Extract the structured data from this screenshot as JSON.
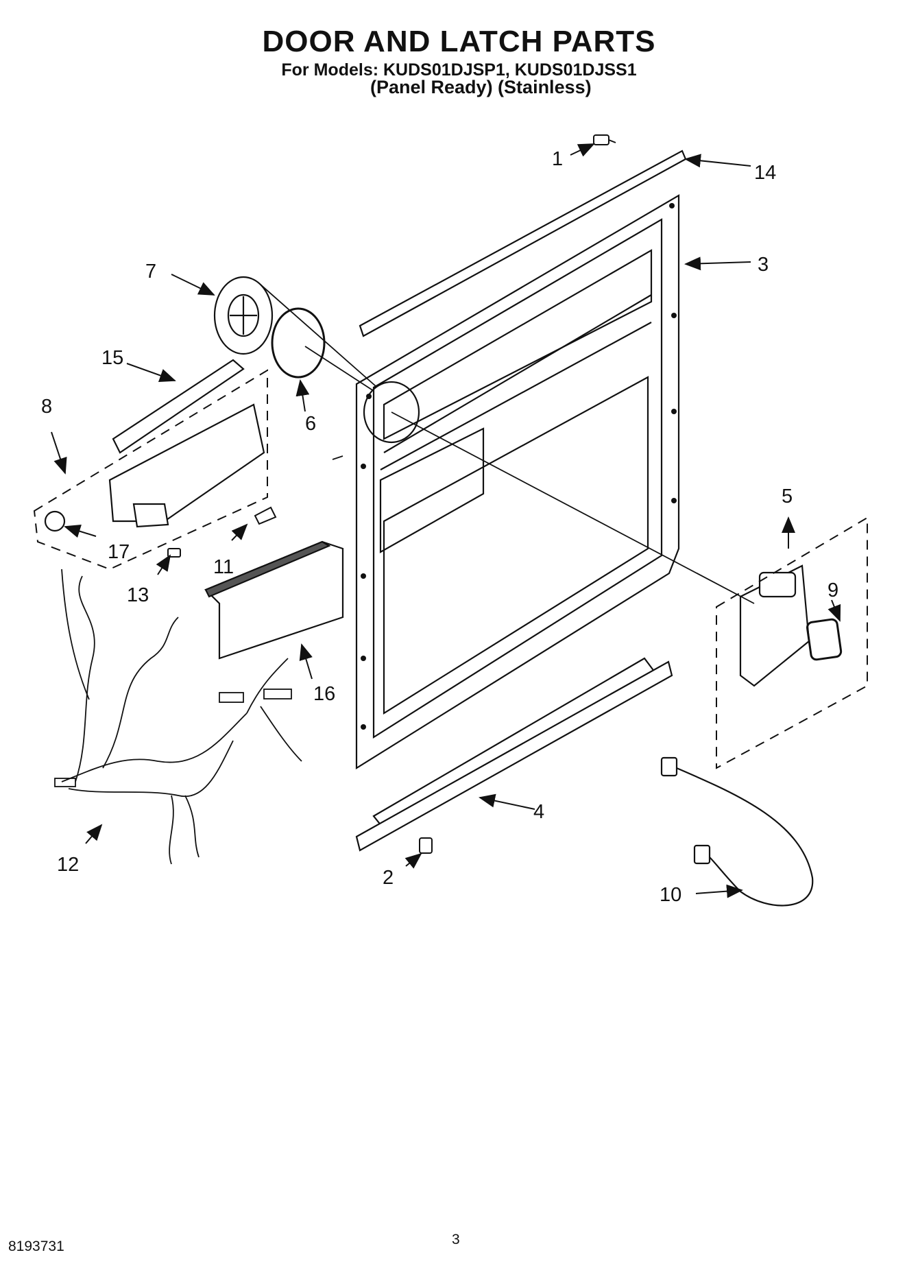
{
  "header": {
    "title": "DOOR AND LATCH PARTS",
    "models_line": "For Models: KUDS01DJSP1, KUDS01DJSS1",
    "variants_line": "(Panel Ready) (Stainless)"
  },
  "footer": {
    "doc_number": "8193731",
    "page_number": "3"
  },
  "callouts": [
    "1",
    "2",
    "3",
    "4",
    "5",
    "6",
    "7",
    "8",
    "9",
    "10",
    "11",
    "12",
    "13",
    "14",
    "15",
    "16",
    "17"
  ]
}
